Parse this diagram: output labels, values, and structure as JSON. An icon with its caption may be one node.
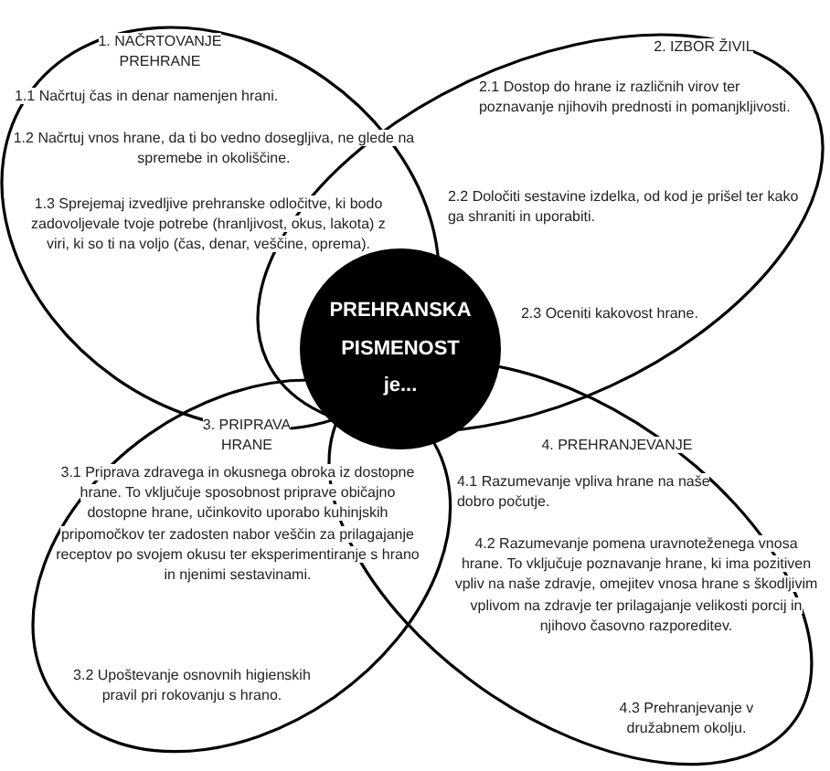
{
  "diagram": {
    "nodes": [
      {
        "text": [
          "1. NAČRTOVANJE PREHRANE",
          "1.1 Načrtuj čas in denar namenjen hrani.",
          "1.2 Načrtuj vnos hrane, da ti bo vedno dosegljiva, ne glede na spremebe in okoliščine.",
          "1.3 Sprejemaj izvedljive prehranske odločitve, ki bodo zadovoljevale tvoje potrebe (hranljivost, okus, lakota) z viri, ki so ti na voljo (čas, denar, veščine, oprema)."
        ]
      },
      {
        "text": [
          "2. IZBOR ŽIVIL",
          "2.1 Dostop do hrane iz različnih virov ter poznavanje njihovih prednosti in pomanjkljivosti.",
          "2.2 Določiti sestavine izdelka, od kod je prišel ter kako ga shraniti in uporabiti.",
          "2.3 Oceniti kakovost hrane."
        ]
      },
      {
        "text": [
          "3. PRIPRAVA HRANE",
          "3.1 Priprava zdravega in okusnega obroka iz dostopne hrane. To vključuje sposobnost priprave običajno dostopne hrane, učinkovito uporabo kuhinjskih pripomočkov ter zadosten nabor veščin za prilagajanje receptov po svojem okusu ter eksperimentiranje s hrano in njenimi sestavinami.",
          "3.2 Upoštevanje osnovnih higienskih pravil pri rokovanju s hrano."
        ]
      },
      {
        "text": [
          "4. PREHRANJEVANJE",
          "4.1 Razumevanje vpliva hrane na naše dobro počutje.",
          "4.2 Razumevanje pomena uravnoteženega vnosa hrane. To vključuje poznavanje hrane, ki ima pozitiven vpliv na naše zdravje, omejitev vnosa hrane s škodljivim vplivom na zdravje ter prilagajanje velikosti porcij in njihovo časovno razporeditev.",
          "4.3 Prehranjevanje v družabnem okolju."
        ]
      },
      {
        "text": [
          "PREHRANSKA PISMENOST je..."
        ]
      }
    ]
  }
}
